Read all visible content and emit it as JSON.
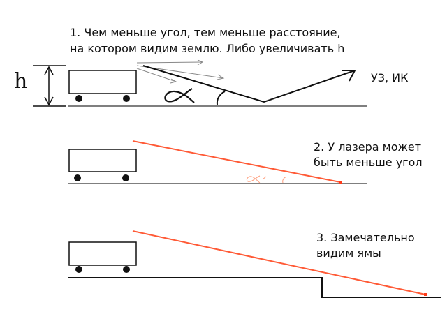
{
  "notes": {
    "note1": {
      "line1": "1. Чем меньше угол, тем меньше расстояние,",
      "line2": "на котором видим землю. Либо увеличивать h"
    },
    "sensor_label": "УЗ, ИК",
    "note2": {
      "line1": "2. У лазера может",
      "line2": "быть меньше угол"
    },
    "note3": {
      "line1": "3. Замечательно",
      "line2": "видим ямы"
    }
  },
  "height_label": "h",
  "colors": {
    "ink": "#111111",
    "laser": "#ff5a36",
    "laser_sketch": "#ff9c7a",
    "gray_arrow": "#888888"
  }
}
